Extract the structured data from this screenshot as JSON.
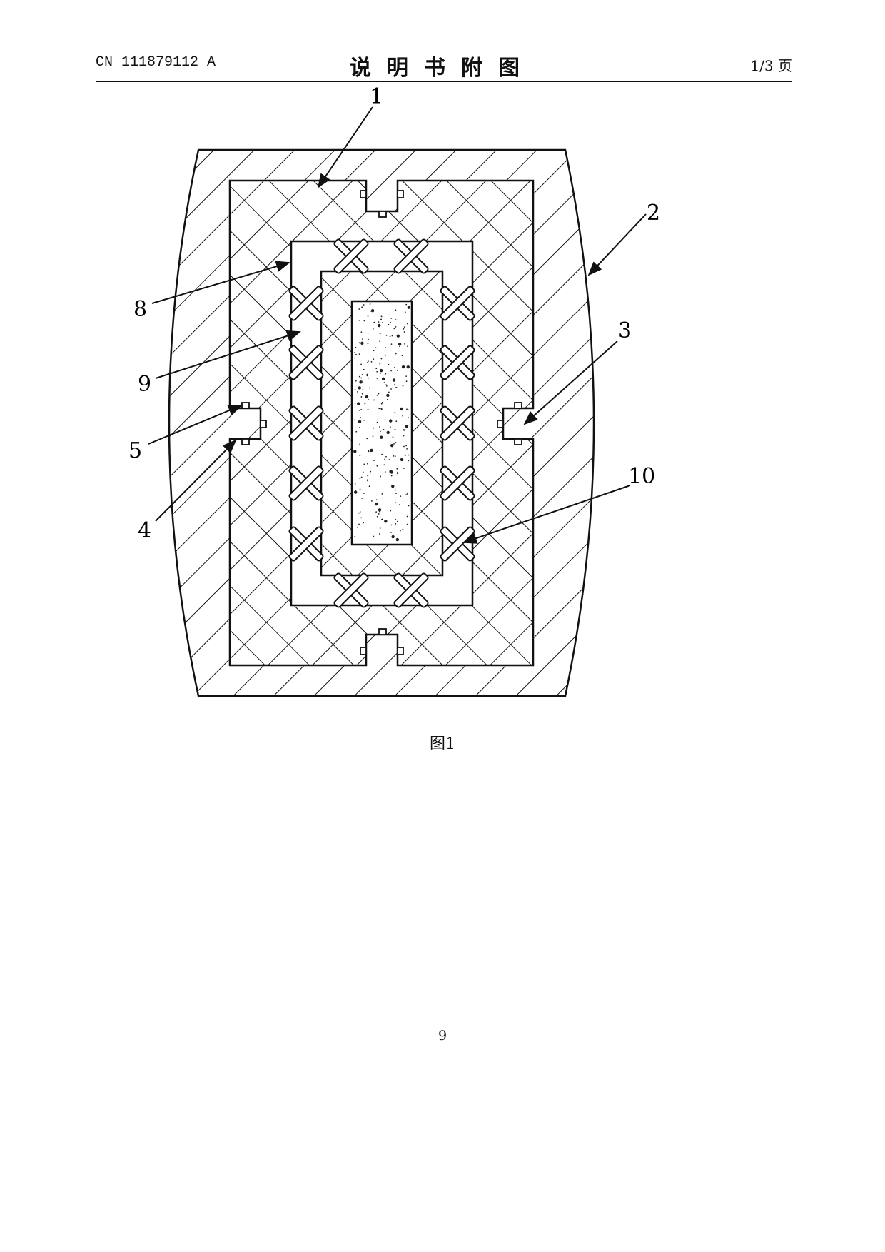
{
  "header": {
    "publication_number": "CN 111879112 A",
    "title": "说明书附图",
    "page_indicator": "1/3 页"
  },
  "figure": {
    "labels": [
      "1",
      "2",
      "3",
      "4",
      "5",
      "8",
      "9",
      "10"
    ],
    "caption": "图1"
  },
  "footer": {
    "page_number": "9"
  }
}
